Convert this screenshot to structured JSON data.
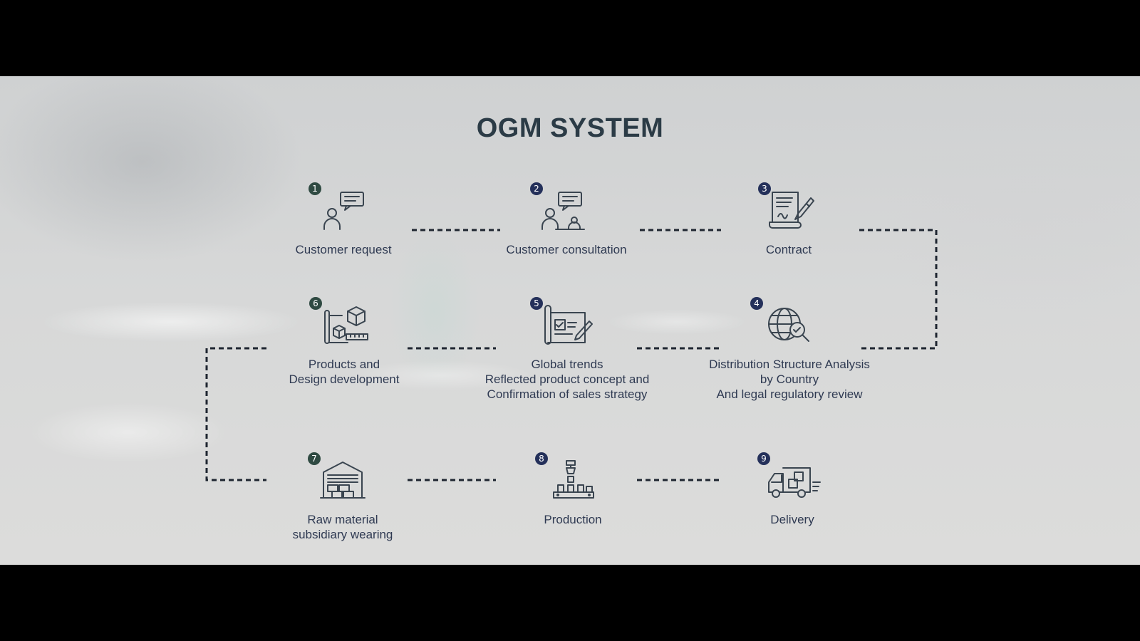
{
  "diagram": {
    "title": "OGM SYSTEM",
    "steps": [
      {
        "number": "1",
        "icon": "customer-request-icon",
        "lines": [
          "Customer request"
        ]
      },
      {
        "number": "2",
        "icon": "customer-consultation-icon",
        "lines": [
          "Customer consultation"
        ]
      },
      {
        "number": "3",
        "icon": "contract-icon",
        "lines": [
          "Contract"
        ]
      },
      {
        "number": "4",
        "icon": "globe-analysis-icon",
        "lines": [
          "Distribution Structure Analysis",
          "by Country",
          "And legal regulatory review"
        ]
      },
      {
        "number": "5",
        "icon": "blueprint-icon",
        "lines": [
          "Global trends",
          "Reflected product concept and",
          "Confirmation of sales strategy"
        ]
      },
      {
        "number": "6",
        "icon": "product-design-icon",
        "lines": [
          "Products and",
          "Design development"
        ]
      },
      {
        "number": "7",
        "icon": "warehouse-icon",
        "lines": [
          "Raw material",
          "subsidiary wearing"
        ]
      },
      {
        "number": "8",
        "icon": "production-icon",
        "lines": [
          "Production"
        ]
      },
      {
        "number": "9",
        "icon": "delivery-truck-icon",
        "lines": [
          "Delivery"
        ]
      }
    ],
    "colors": {
      "title": "#2b3b46",
      "label": "#2f3a52",
      "badge_green": "#2f4a42",
      "badge_navy": "#24305a",
      "connector": "#1e2530"
    }
  }
}
